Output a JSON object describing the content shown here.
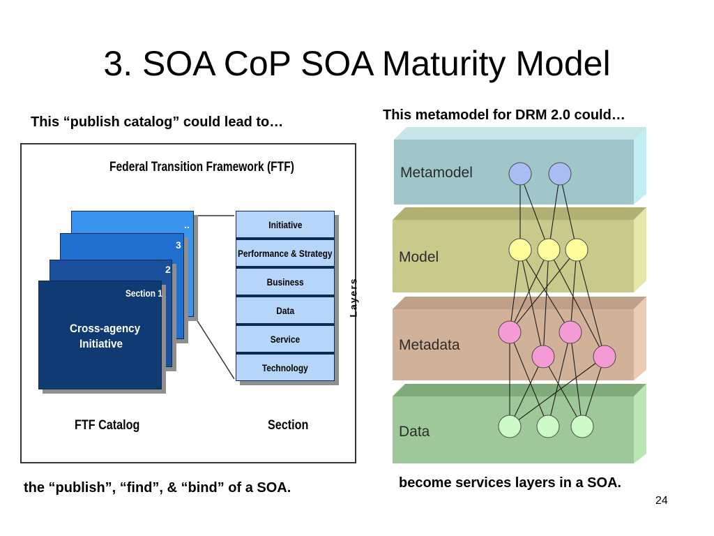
{
  "slide": {
    "title": "3. SOA CoP SOA Maturity Model",
    "caption_left_top": "This “publish catalog” could lead to…",
    "caption_right_top": "This metamodel for DRM 2.0 could…",
    "caption_left_bottom": "the “publish”, “find”, & “bind” of a SOA.",
    "caption_right_bottom": "become services layers in a SOA.",
    "page_number": "24"
  },
  "ftf": {
    "title": "Federal Transition Framework (FTF)",
    "card_numbers": [
      "..",
      "3",
      "2"
    ],
    "card1_section": "Section 1",
    "card1_title_line1": "Cross-agency",
    "card1_title_line2": "Initiative",
    "section_items": [
      "Initiative",
      "Performance & Strategy",
      "Business",
      "Data",
      "Service",
      "Technology"
    ],
    "layers_label": "Layers",
    "catalog_label": "FTF Catalog",
    "section_label": "Section",
    "colors": {
      "card_light": "#3a93ee",
      "card_dark": "#0f3a72",
      "section_box": "#b5d6f9"
    }
  },
  "drm": {
    "layers": [
      {
        "label": "Metamodel",
        "color": "#9fc6c9",
        "node_color": "#a9bdf2"
      },
      {
        "label": "Model",
        "color": "#c9c98c",
        "node_color": "#fdfd9c"
      },
      {
        "label": "Metadata",
        "color": "#d2b199",
        "node_color": "#f49ad4"
      },
      {
        "label": "Data",
        "color": "#9fc89a",
        "node_color": "#cdfbc8"
      }
    ]
  }
}
